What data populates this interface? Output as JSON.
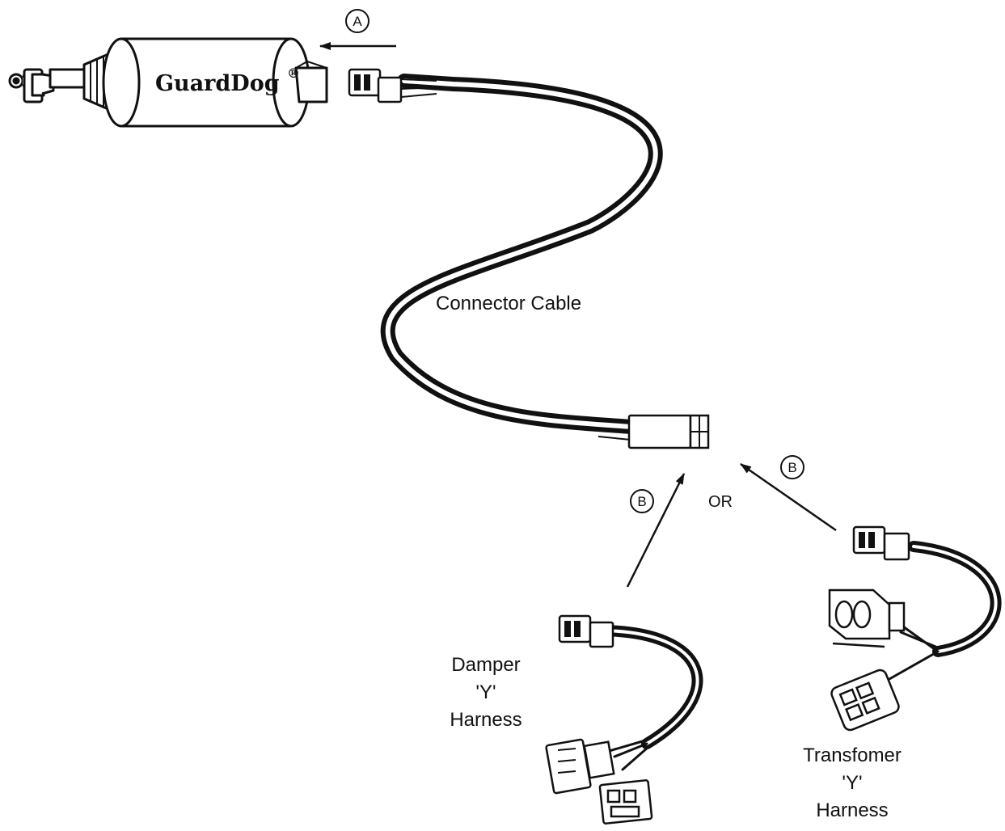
{
  "device": {
    "brand": "GuardDog",
    "brand_mark": "®"
  },
  "callouts": {
    "a": "A",
    "b": "B"
  },
  "labels": {
    "connector_cable": "Connector Cable",
    "or": "OR",
    "damper": [
      "Damper",
      "'Y'",
      "Harness"
    ],
    "transformer": [
      "Transfomer",
      "'Y'",
      "Harness"
    ]
  },
  "colors": {
    "ink": "#111111",
    "paper": "#ffffff"
  }
}
